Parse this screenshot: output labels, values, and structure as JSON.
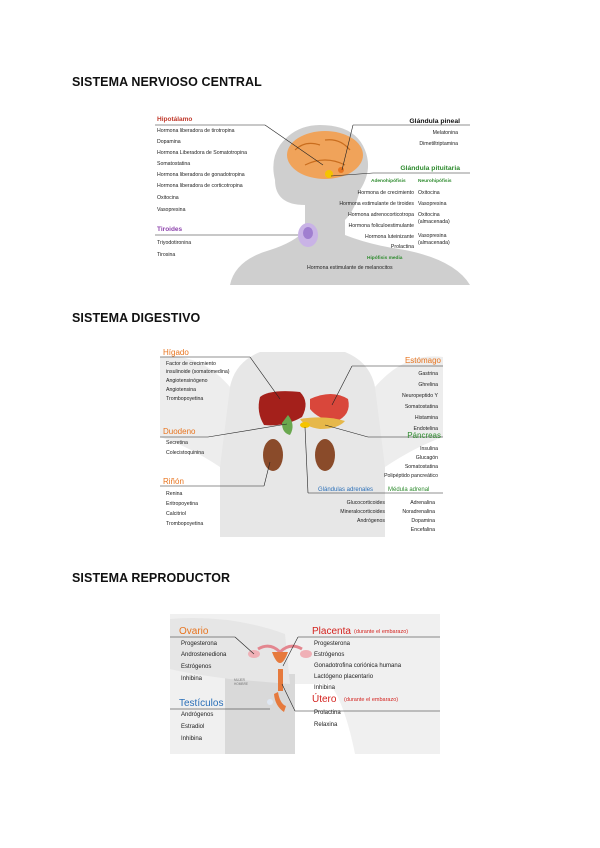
{
  "sections": {
    "nervous": "SISTEMA NERVIOSO CENTRAL",
    "digestive": "SISTEMA DIGESTIVO",
    "reproductive": "SISTEMA REPRODUCTOR"
  },
  "nervous": {
    "hipotalamo": {
      "title": "Hipotálamo",
      "items": [
        "Hormona liberadora de tirotropina",
        "Dopamina",
        "Hormona Liberadora de Somatotropina",
        "Somatostatina",
        "Hormona liberadora de gonadotropina",
        "Hormona liberadora de corticotropina",
        "Oxitocina",
        "Vasopresina"
      ]
    },
    "tiroides": {
      "title": "Tiroides",
      "items": [
        "Triyodotironina",
        "Tirosina"
      ]
    },
    "pineal": {
      "title": "Glándula pineal",
      "items": [
        "Melatonina",
        "Dimetiltriptamina"
      ]
    },
    "pituitaria": {
      "title": "Glándula pituitaria",
      "adeno_title": "Adenohipófisis",
      "neuro_title": "Neurohipófisis",
      "adeno_items": [
        "Hormona de crecimiento",
        "Hormona estimulante de tiroides",
        "Hormona adrenocorticotropa",
        "Hormona foliculoestimulante",
        "Hormona luteinizante",
        "Prolactina"
      ],
      "neuro_items": [
        "Oxitocina",
        "Vasopresina",
        "Oxitocina",
        "(almacenada)",
        "Vasopresina",
        "(almacenada)"
      ],
      "media_title": "Hipófisis media",
      "media_item": "Hormona estimulante de melanocitos"
    },
    "colors": {
      "red": "#c0392b",
      "purple": "#8e44ad",
      "green": "#2e8b2e"
    }
  },
  "digestive": {
    "higado": {
      "title": "Hígado",
      "items": [
        "Factor de crecimiento",
        "insulinoide (somatomedina)",
        "Angiotensinógeno",
        "Angiotensina",
        "Trombopoyetina"
      ]
    },
    "duodeno": {
      "title": "Duodeno",
      "items": [
        "Secretina",
        "Colecistoquinina"
      ]
    },
    "rinon": {
      "title": "Riñón",
      "items": [
        "Renina",
        "Eritropoyetina",
        "Calcitriol",
        "Trombopoyetina"
      ]
    },
    "estomago": {
      "title": "Estómago",
      "items": [
        "Gastrina",
        "Ghrelina",
        "Neuropeptido Y",
        "Somatostatina",
        "Histamina",
        "Endotelina"
      ]
    },
    "pancreas": {
      "title": "Páncreas",
      "items": [
        "Insulina",
        "Glucagón",
        "Somatostatina",
        "Polipéptido pancreático"
      ]
    },
    "adrenales": {
      "title": "Glándulas adrenales",
      "items": [
        "Glucocorticoides",
        "Mineralocorticoides",
        "Andrógenos"
      ]
    },
    "medula": {
      "title": "Médula adrenal",
      "items": [
        "Adrenalina",
        "Noradrenalina",
        "Dopamina",
        "Encefalina"
      ]
    },
    "colors": {
      "orange": "#e8741e",
      "green": "#2e8b2e",
      "blue": "#2a6fb8"
    }
  },
  "reproductive": {
    "ovario": {
      "title": "Ovario",
      "items": [
        "Progesterona",
        "Androstenediona",
        "Estrógenos",
        "Inhibina"
      ]
    },
    "testiculos": {
      "title": "Testículos",
      "items": [
        "Andrógenos",
        "Estradiol",
        "Inhibina"
      ]
    },
    "placenta": {
      "title": "Placenta",
      "note": "(durante el embarazo)",
      "items": [
        "Progesterona",
        "Estrógenos",
        "Gonadotrofina coriónica humana",
        "Lactógeno placentario",
        "Inhibina"
      ]
    },
    "utero": {
      "title": "Útero",
      "note": "(durante el embarazo)",
      "items": [
        "Prolactina",
        "Relaxina"
      ]
    },
    "diagram_label": "MUJER HOMBRE",
    "colors": {
      "orange": "#e8741e",
      "red": "#d4231f",
      "blue": "#2a6fb8"
    }
  }
}
